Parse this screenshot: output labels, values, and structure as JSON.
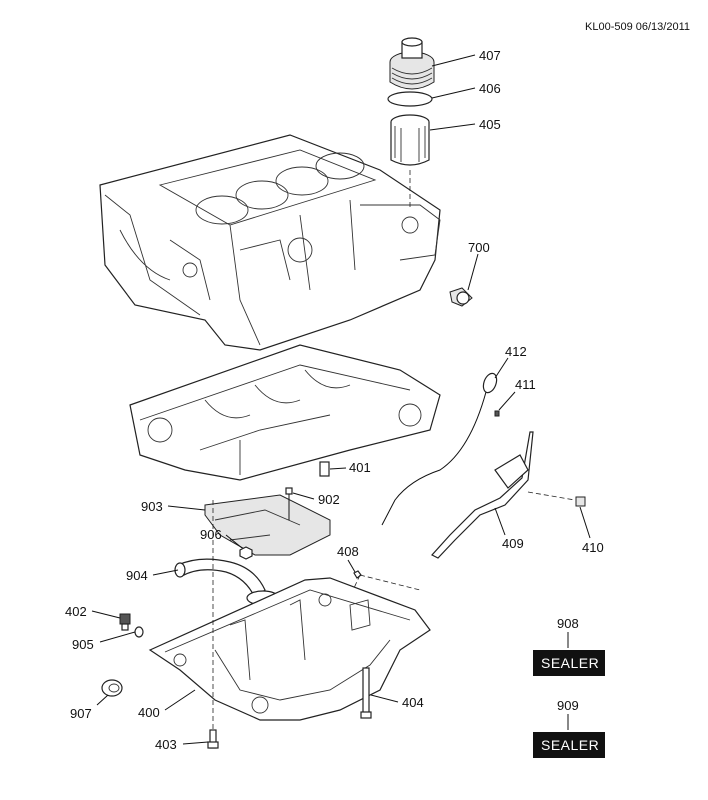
{
  "reference": "KL00-509 06/13/2011",
  "callouts": {
    "c407": "407",
    "c406": "406",
    "c405": "405",
    "c700": "700",
    "c412": "412",
    "c411": "411",
    "c401": "401",
    "c903": "903",
    "c902": "902",
    "c906": "906",
    "c408": "408",
    "c409": "409",
    "c410": "410",
    "c904": "904",
    "c402": "402",
    "c905": "905",
    "c907": "907",
    "c400": "400",
    "c404": "404",
    "c403": "403",
    "c908": "908",
    "c909": "909"
  },
  "sealers": {
    "s908": "SEALER",
    "s909": "SEALER"
  },
  "colors": {
    "badge": "#111111",
    "ink": "#111111"
  }
}
